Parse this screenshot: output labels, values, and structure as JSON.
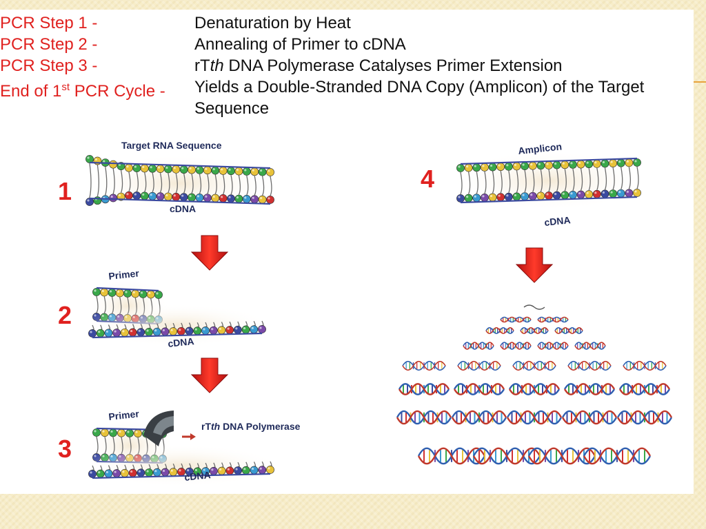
{
  "legend": {
    "steps": [
      {
        "label": "PCR Step 1 -",
        "desc": "Denaturation by Heat"
      },
      {
        "label": "PCR Step 2 -",
        "desc": "Annealing of Primer to cDNA"
      },
      {
        "label": "PCR Step 3 -",
        "desc_pre": "rT",
        "desc_em": "th",
        "desc_post": " DNA Polymerase Catalyses Primer Extension"
      },
      {
        "label_pre": "End of 1",
        "label_sup": "st",
        "label_post": " PCR Cycle -",
        "desc": "Yields a Double-Stranded DNA Copy (Amplicon) of the Target Sequence"
      }
    ]
  },
  "figure": {
    "panel1": {
      "number": "1",
      "top_label": "Target RNA Sequence",
      "bottom_label": "cDNA"
    },
    "panel2": {
      "number": "2",
      "top_label": "Primer",
      "bottom_label": "cDNA"
    },
    "panel3": {
      "number": "3",
      "top_label": "Primer",
      "enzyme_pre": "rT",
      "enzyme_em": "th",
      "enzyme_post": "  DNA Polymerase",
      "bottom_label": "cDNA"
    },
    "panel4": {
      "number": "4",
      "top_label": "Amplicon",
      "bottom_label": "cDNA"
    },
    "amplification_rows": [
      1,
      2,
      3,
      4,
      5,
      5,
      5,
      4
    ]
  },
  "colors": {
    "step_label": "#e0211f",
    "arrow": "#e02020",
    "number": "#e0211f",
    "label_text": "#1f2a5a",
    "nucleotides": [
      "#3aa84a",
      "#3b4aa0",
      "#d03030",
      "#e8c23a",
      "#7a4aa8",
      "#3a9ad0"
    ]
  }
}
